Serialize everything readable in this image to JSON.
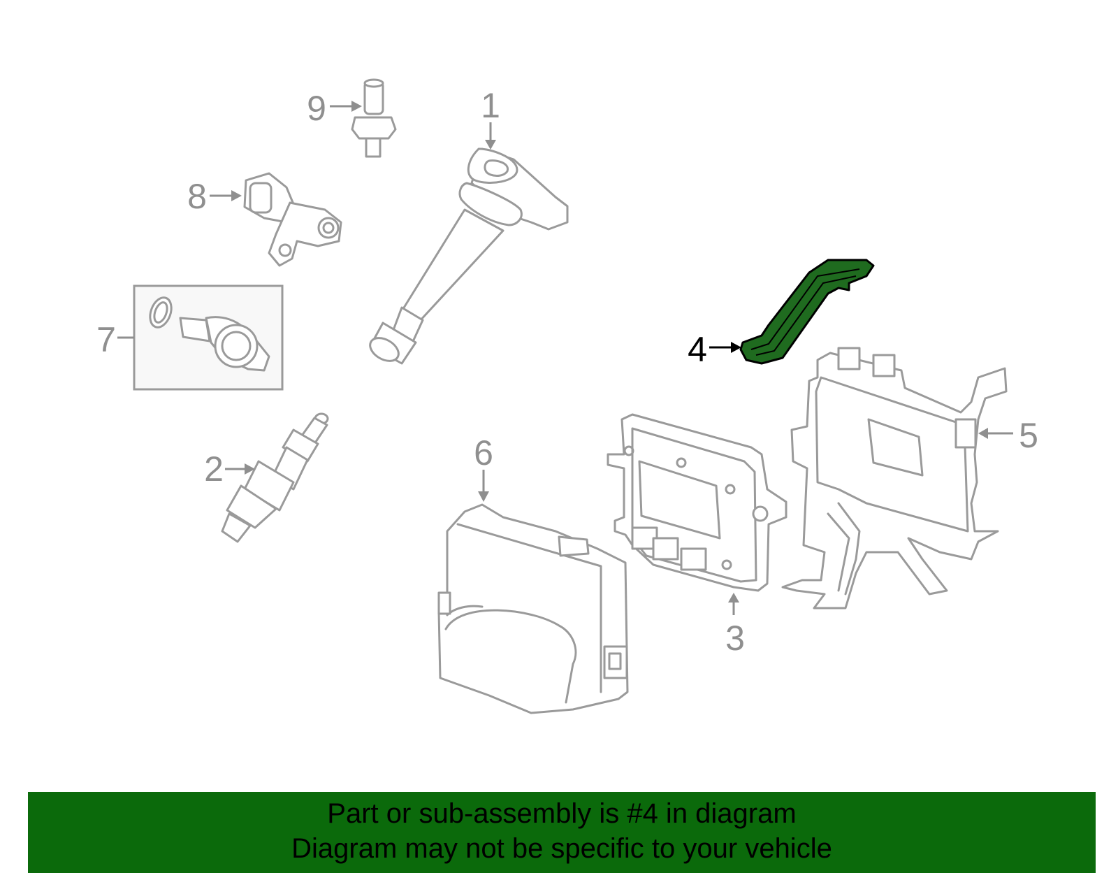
{
  "diagram": {
    "highlight_color": "#1f6b1f",
    "callouts": [
      {
        "id": "1",
        "label": "1"
      },
      {
        "id": "2",
        "label": "2"
      },
      {
        "id": "3",
        "label": "3"
      },
      {
        "id": "4",
        "label": "4",
        "highlighted": true
      },
      {
        "id": "5",
        "label": "5"
      },
      {
        "id": "6",
        "label": "6"
      },
      {
        "id": "7",
        "label": "7"
      },
      {
        "id": "8",
        "label": "8"
      },
      {
        "id": "9",
        "label": "9"
      }
    ]
  },
  "banner": {
    "background": "#0b6a0b",
    "line1": "Part or sub-assembly is #4 in diagram",
    "line2": "Diagram may not be specific to your vehicle"
  }
}
